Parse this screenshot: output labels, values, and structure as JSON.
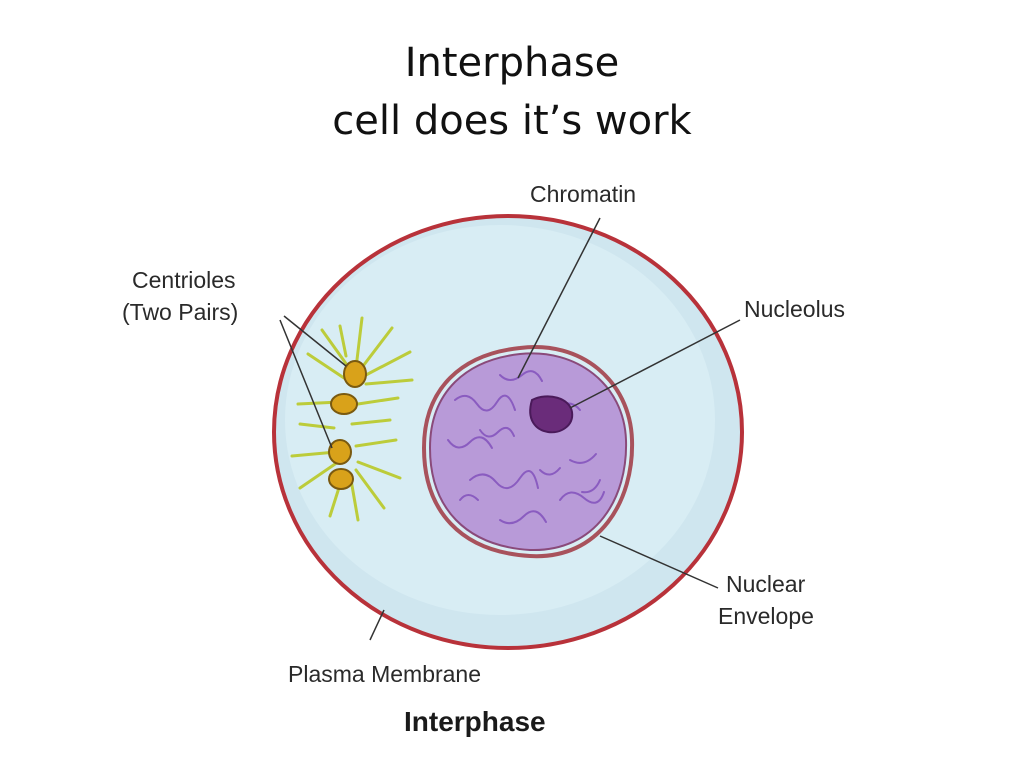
{
  "title": {
    "line1": "Interphase",
    "line2": "cell does it’s work"
  },
  "labels": {
    "chromatin": "Chromatin",
    "centrioles_line1": "Centrioles",
    "centrioles_line2": "(Two Pairs)",
    "nucleolus": "Nucleolus",
    "nuclear_line1": "Nuclear",
    "nuclear_line2": "Envelope",
    "plasma_membrane": "Plasma Membrane"
  },
  "caption": "Interphase",
  "colors": {
    "cytoplasm": "#cfe6ef",
    "membrane": "#b8323a",
    "nucleus": "#b89ad8",
    "nucleolus": "#6a2c7a",
    "centriole": "#d9a21a",
    "aster": "#bccc3a"
  }
}
